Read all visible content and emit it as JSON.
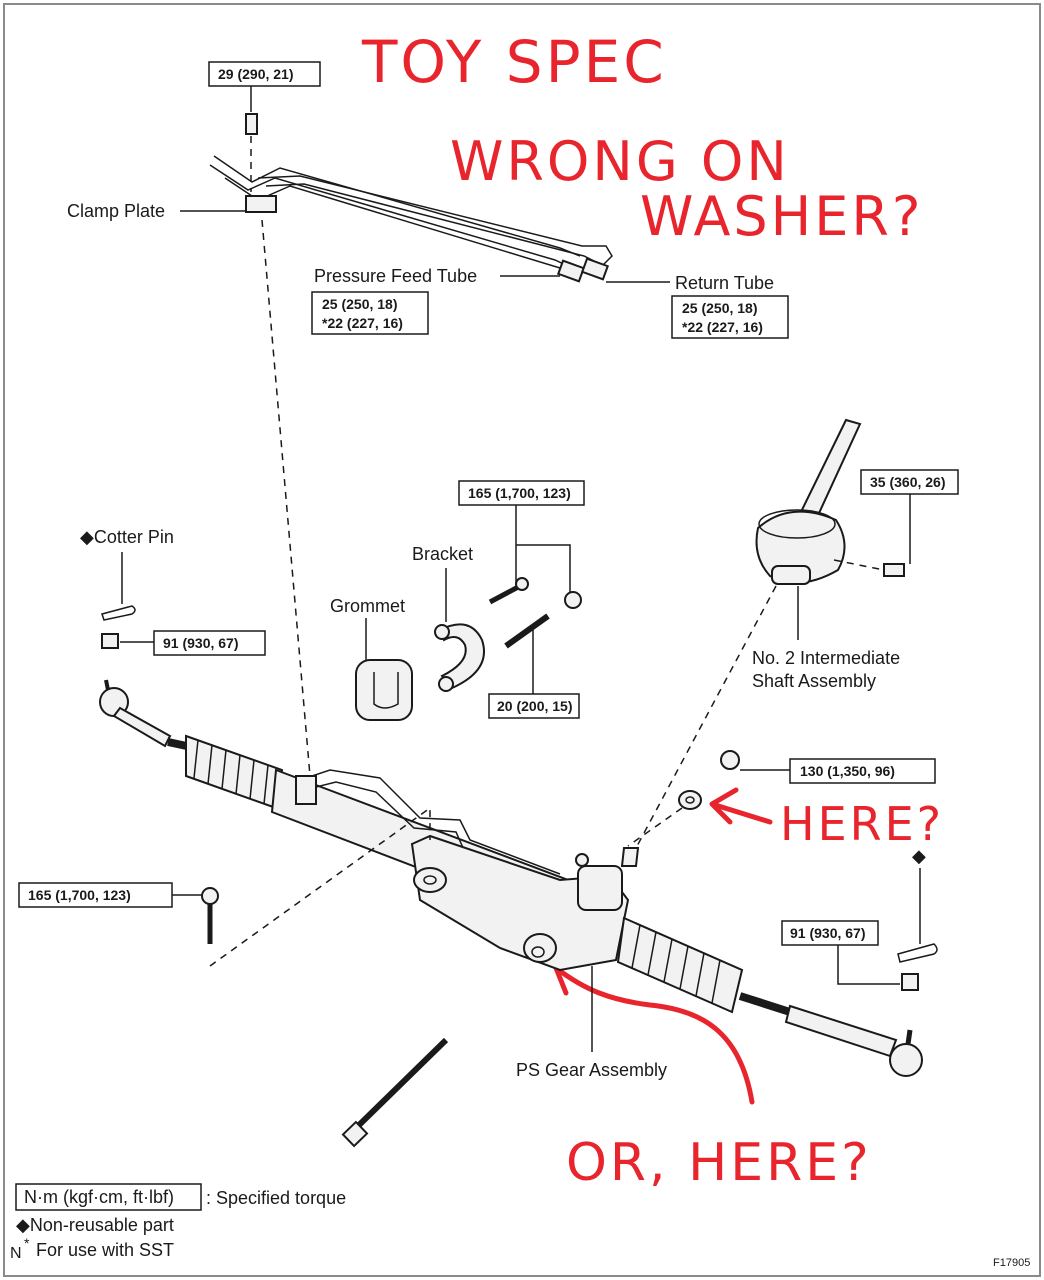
{
  "annotations": {
    "line1": "TOY SPEC",
    "line2": "WRONG ON",
    "line3": "WASHER?",
    "here_a": "HERE?",
    "here_b": "OR, HERE?"
  },
  "labels": {
    "clamp_plate": "Clamp Plate",
    "pressure_feed_tube": "Pressure Feed Tube",
    "return_tube": "Return Tube",
    "cotter_pin": "Cotter Pin",
    "bracket": "Bracket",
    "grommet": "Grommet",
    "intermediate_shaft_1": "No. 2 Intermediate",
    "intermediate_shaft_2": "Shaft Assembly",
    "ps_gear": "PS Gear Assembly"
  },
  "torques": {
    "clamp_bolt": "29 (290, 21)",
    "pressure_1": "25 (250, 18)",
    "pressure_2": "*22 (227, 16)",
    "return_1": "25 (250, 18)",
    "return_2": "*22 (227, 16)",
    "bracket_bolt": "165 (1,700, 123)",
    "shaft_bolt": "35 (360, 26)",
    "left_nut": "91 (930, 67)",
    "stud": "20 (200, 15)",
    "mount_nut": "130 (1,350, 96)",
    "left_bolt": "165 (1,700, 123)",
    "right_nut": "91 (930, 67)"
  },
  "legend": {
    "unit_box": "N·m (kgf·cm, ft·lbf)",
    "unit_desc": ": Specified torque",
    "nonreusable": "Non-reusable part",
    "sst_mark": "N",
    "sst_star": "*",
    "sst": "For use with SST"
  },
  "figure_id": "F17905",
  "colors": {
    "annotation": "#e8252d",
    "line": "#1a1a1a",
    "frame": "#8a8a8a"
  }
}
